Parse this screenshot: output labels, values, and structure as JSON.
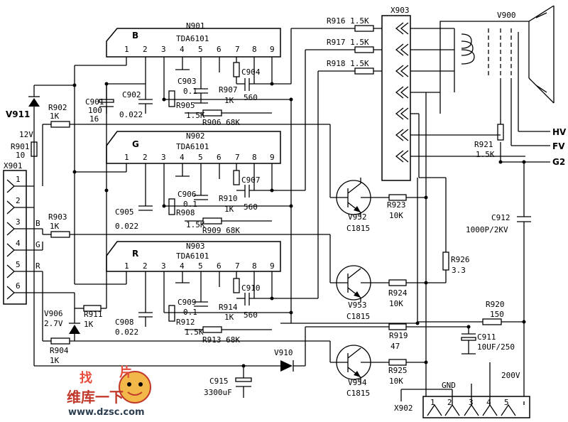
{
  "ics": {
    "n901": {
      "ref": "N901",
      "part": "TDA6101",
      "channel": "B"
    },
    "n902": {
      "ref": "N902",
      "part": "TDA6101",
      "channel": "G"
    },
    "n903": {
      "ref": "N903",
      "part": "TDA6101",
      "channel": "R"
    },
    "pins": [
      "1",
      "2",
      "3",
      "4",
      "5",
      "6",
      "7",
      "8",
      "9"
    ]
  },
  "resistors": {
    "r916": "R916 1.5K",
    "r917": "R917 1.5K",
    "r918": "R918 1.5K",
    "r902_ref": "R902",
    "r902_val": "1K",
    "r901_ref": "R901",
    "r901_val": "10",
    "r903_ref": "R903",
    "r903_val": "1K",
    "r904_ref": "R904",
    "r904_val": "1K",
    "r905_ref": "R905",
    "r905_val": "1.5K",
    "r906": "R906 68K",
    "r907_ref": "R907",
    "r907_val": "1K",
    "r908_ref": "R908",
    "r908_val": "1.5K",
    "r909": "R909 68K",
    "r910_ref": "R910",
    "r910_val": "1K",
    "r911_ref": "R911",
    "r911_val": "1K",
    "r912_ref": "R912",
    "r912_val": "1.5K",
    "r913": "R913 68K",
    "r914_ref": "R914",
    "r914_val": "1K",
    "r919_ref": "R919",
    "r919_val": "47",
    "r920_ref": "R920",
    "r920_val": "150",
    "r921_ref": "R921",
    "r921_val": "1.5K",
    "r923_ref": "R923",
    "r923_val": "10K",
    "r924_ref": "R924",
    "r924_val": "10K",
    "r925_ref": "R925",
    "r925_val": "10K",
    "r926_ref": "R926",
    "r926_val": "3.3"
  },
  "capacitors": {
    "c901_ref": "C901",
    "c901_val1": "100",
    "c901_val2": "16",
    "c902_ref": "C902",
    "c902_val": "0.022",
    "c903_ref": "C903",
    "c903_val": "0.1",
    "c904_ref": "C904",
    "c904_val": "560",
    "c905_ref": "C905",
    "c905_val": "0.022",
    "c906_ref": "C906",
    "c906_val": "0.1",
    "c907_ref": "C907",
    "c907_val": "560",
    "c908_ref": "C908",
    "c908_val": "0.022",
    "c909_ref": "C909",
    "c909_val": "0.1",
    "c910_ref": "C910",
    "c910_val": "560",
    "c911_ref": "C911",
    "c911_val": "10UF/250",
    "c912_ref": "C912",
    "c912_val": "1000P/2KV",
    "c915_ref": "C915",
    "c915_val": "3300uF"
  },
  "transistors": {
    "v952_ref": "V952",
    "v952_val": "C1815",
    "v953_ref": "V953",
    "v953_val": "C1815",
    "v954_ref": "V954",
    "v954_val": "C1815"
  },
  "diodes": {
    "v906_ref": "V906",
    "v906_val": "2.7V",
    "v910_ref": "V910",
    "v911_ref": "V911"
  },
  "connectors": {
    "x901": "X901",
    "x901_pins": [
      "1",
      "2",
      "3",
      "4",
      "5",
      "6"
    ],
    "x901_tags": [
      "B",
      "G",
      "R"
    ],
    "x902": "X902",
    "x902_gnd": "GND",
    "x902_pins": [
      "1",
      "2",
      "3",
      "4",
      "5"
    ],
    "x903": "X903"
  },
  "crt": {
    "ref": "V900",
    "hv": "HV",
    "fv": "FV",
    "g2": "G2"
  },
  "supply": {
    "v12": "12V",
    "v200": "200V"
  },
  "watermark": {
    "line1": "找",
    "line1b": "片",
    "line2": "维库一下",
    "url": "www.dzsc.com"
  }
}
